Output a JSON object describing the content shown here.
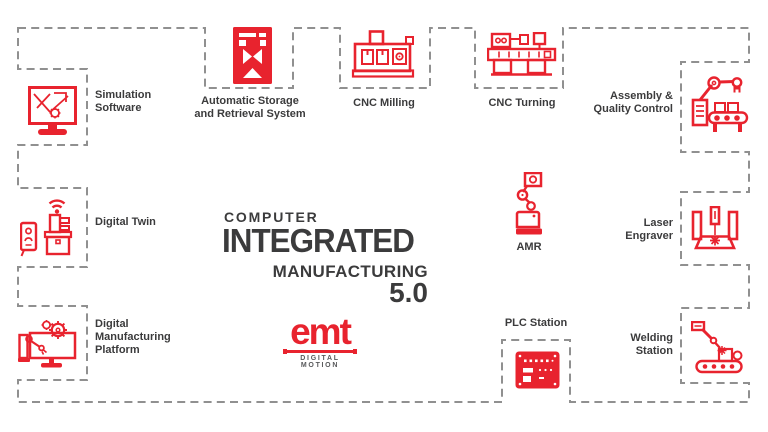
{
  "title_block": {
    "line1": "COMPUTER",
    "line2": "INTEGRATED",
    "line3": "MANUFACTURING",
    "line4": "5.0"
  },
  "logo": {
    "name": "emt",
    "tagline": "DIGITAL MOTION"
  },
  "labels": {
    "simulation_line1": "Simulation",
    "simulation_line2": "Software",
    "asrs_line1": "Automatic Storage",
    "asrs_line2": "and Retrieval System",
    "cnc_milling": "CNC Milling",
    "cnc_turning": "CNC Turning",
    "assembly_line1": "Assembly &",
    "assembly_line2": "Quality Control",
    "laser_line1": "Laser",
    "laser_line2": "Engraver",
    "welding_line1": "Welding",
    "welding_line2": "Station",
    "plc": "PLC Station",
    "amr": "AMR",
    "digital_twin": "Digital Twin",
    "dmp_line1": "Digital",
    "dmp_line2": "Manufacturing",
    "dmp_line3": "Platform"
  },
  "icons": {
    "simulation_software": "monitor-cad-gear-icon",
    "asrs": "storage-rack-icon",
    "cnc_milling": "milling-machine-icon",
    "cnc_turning": "lathe-machine-icon",
    "assembly_qc": "robot-arm-conveyor-icon",
    "amr": "mobile-robot-arm-icon",
    "laser_engraver": "laser-machine-icon",
    "welding_station": "welding-robot-conveyor-icon",
    "plc": "plc-controller-icon",
    "digital_twin": "machine-phone-wifi-icon",
    "dmp": "monitor-gears-robot-icon"
  },
  "colors": {
    "background": "#ffffff",
    "accent_red": "#e8232e",
    "dash_gray": "#909090",
    "text_dark": "#3b3b3c",
    "tagline_gray": "#58595b"
  }
}
